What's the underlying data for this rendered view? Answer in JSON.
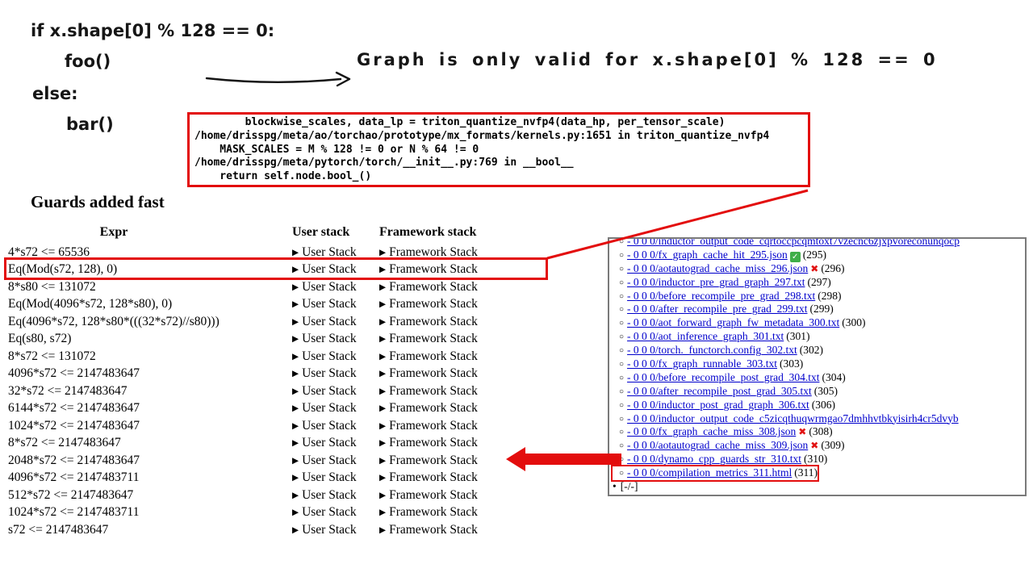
{
  "annotations": {
    "code_lines": [
      "if x.shape[0] % 128 == 0:",
      "foo()",
      "else:",
      "bar()"
    ],
    "graph_note": "Graph is only valid for x.shape[0] % 128 == 0"
  },
  "stack_trace": {
    "lines": [
      "        blockwise_scales, data_lp = triton_quantize_nvfp4(data_hp, per_tensor_scale)",
      "/home/drisspg/meta/ao/torchao/prototype/mx_formats/kernels.py:1651 in triton_quantize_nvfp4",
      "    MASK_SCALES = M % 128 != 0 or N % 64 != 0",
      "/home/drisspg/meta/pytorch/torch/__init__.py:769 in __bool__",
      "    return self.node.bool_()"
    ]
  },
  "guards": {
    "heading": "Guards added fast",
    "col_expr": "Expr",
    "col_user": "User stack",
    "col_framework": "Framework stack",
    "user_stack_label": "User Stack",
    "framework_stack_label": "Framework Stack",
    "highlight_index": 1,
    "rows": [
      "4*s72 <= 65536",
      "Eq(Mod(s72, 128), 0)",
      "8*s80 <= 131072",
      "Eq(Mod(4096*s72, 128*s80), 0)",
      "Eq(4096*s72, 128*s80*(((32*s72)//s80)))",
      "Eq(s80, s72)",
      "8*s72 <= 131072",
      "4096*s72 <= 2147483647",
      "32*s72 <= 2147483647",
      "6144*s72 <= 2147483647",
      "1024*s72 <= 2147483647",
      "8*s72 <= 2147483647",
      "2048*s72 <= 2147483647",
      "4096*s72 <= 2147483711",
      "512*s72 <= 2147483647",
      "1024*s72 <= 2147483711",
      "s72 <= 2147483647"
    ]
  },
  "file_panel": {
    "highlight_index": 17,
    "items": [
      {
        "label": "- 0 0 0/inductor_output_code_cqrtoccpcqmtoxt7vzecnc6zjxpvoreconunqocp",
        "status": "",
        "count": ""
      },
      {
        "label": "- 0 0 0/fx_graph_cache_hit_295.json",
        "status": "check",
        "count": "(295)"
      },
      {
        "label": "- 0 0 0/aotautograd_cache_miss_296.json",
        "status": "cross",
        "count": "(296)"
      },
      {
        "label": "- 0 0 0/inductor_pre_grad_graph_297.txt",
        "status": "",
        "count": "(297)"
      },
      {
        "label": "- 0 0 0/before_recompile_pre_grad_298.txt",
        "status": "",
        "count": "(298)"
      },
      {
        "label": "- 0 0 0/after_recompile_pre_grad_299.txt",
        "status": "",
        "count": "(299)"
      },
      {
        "label": "- 0 0 0/aot_forward_graph_fw_metadata_300.txt",
        "status": "",
        "count": "(300)"
      },
      {
        "label": "- 0 0 0/aot_inference_graph_301.txt",
        "status": "",
        "count": "(301)"
      },
      {
        "label": "- 0 0 0/torch._functorch.config_302.txt",
        "status": "",
        "count": "(302)"
      },
      {
        "label": "- 0 0 0/fx_graph_runnable_303.txt",
        "status": "",
        "count": "(303)"
      },
      {
        "label": "- 0 0 0/before_recompile_post_grad_304.txt",
        "status": "",
        "count": "(304)"
      },
      {
        "label": "- 0 0 0/after_recompile_post_grad_305.txt",
        "status": "",
        "count": "(305)"
      },
      {
        "label": "- 0 0 0/inductor_post_grad_graph_306.txt",
        "status": "",
        "count": "(306)"
      },
      {
        "label": "- 0 0 0/inductor_output_code_c5zicqthuqwrmgao7dmhhvtbkyisirh4cr5dvyb",
        "status": "",
        "count": ""
      },
      {
        "label": "- 0 0 0/fx_graph_cache_miss_308.json",
        "status": "cross",
        "count": "(308)"
      },
      {
        "label": "- 0 0 0/aotautograd_cache_miss_309.json",
        "status": "cross",
        "count": "(309)"
      },
      {
        "label": "- 0 0 0/dynamo_cpp_guards_str_310.txt",
        "status": "",
        "count": "(310)"
      },
      {
        "label": "- 0 0 0/compilation_metrics_311.html",
        "status": "",
        "count": "(311)"
      }
    ],
    "footer": "[-/-]"
  },
  "colors": {
    "accent_red": "#e30d0d",
    "link_blue": "#0000cc",
    "check_green": "#3fae49"
  }
}
